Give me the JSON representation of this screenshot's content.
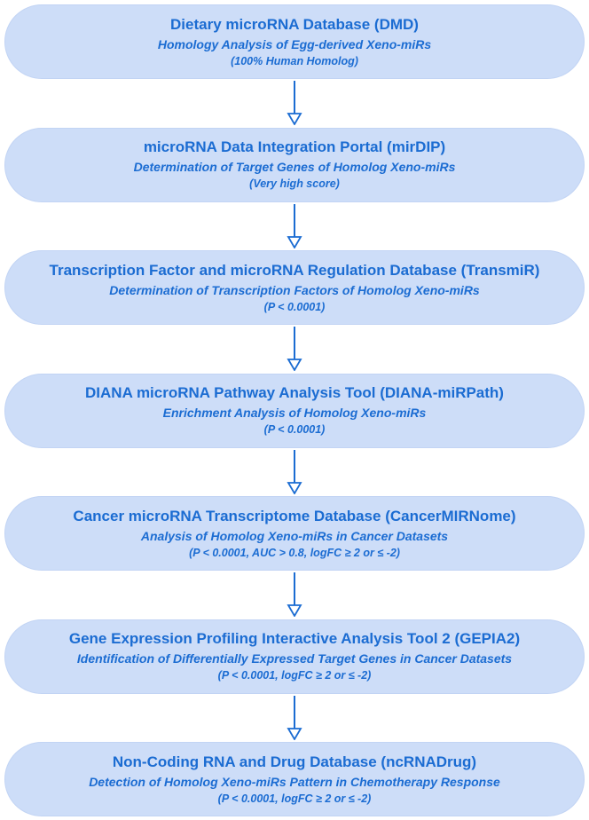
{
  "colors": {
    "box_fill": "#cdddf8",
    "box_border": "#c2d4f4",
    "text_blue": "#1b6cd2",
    "arrow_blue": "#1b6cd2",
    "background": "#ffffff"
  },
  "flowchart": {
    "steps": [
      {
        "title": "Dietary microRNA Database (DMD)",
        "subtitle": "Homology Analysis of Egg-derived Xeno-miRs",
        "criteria": "(100% Human Homolog)"
      },
      {
        "title": "microRNA Data Integration Portal (mirDIP)",
        "subtitle": "Determination of Target Genes of Homolog Xeno-miRs",
        "criteria": "(Very high score)"
      },
      {
        "title": "Transcription Factor and microRNA Regulation Database (TransmiR)",
        "subtitle": "Determination of Transcription Factors of Homolog Xeno-miRs",
        "criteria": "(P < 0.0001)"
      },
      {
        "title": "DIANA microRNA Pathway Analysis Tool (DIANA-miRPath)",
        "subtitle": "Enrichment Analysis of Homolog Xeno-miRs",
        "criteria": "(P < 0.0001)"
      },
      {
        "title": "Cancer microRNA Transcriptome Database (CancerMIRNome)",
        "subtitle": "Analysis of Homolog Xeno-miRs in Cancer Datasets",
        "criteria": "(P < 0.0001, AUC > 0.8, logFC ≥ 2 or ≤ -2)"
      },
      {
        "title": "Gene Expression Profiling Interactive Analysis Tool 2 (GEPIA2)",
        "subtitle": "Identification of Differentially Expressed Target Genes in Cancer Datasets",
        "criteria": "(P < 0.0001, logFC ≥ 2 or ≤ -2)"
      },
      {
        "title": "Non-Coding RNA and Drug Database (ncRNADrug)",
        "subtitle": "Detection of Homolog Xeno-miRs Pattern in Chemotherapy Response",
        "criteria": "(P < 0.0001, logFC ≥ 2 or ≤ -2)"
      }
    ]
  }
}
